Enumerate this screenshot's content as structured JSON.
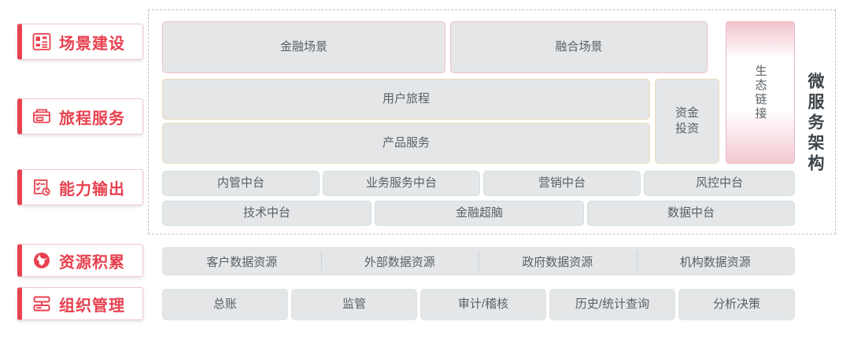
{
  "sidebar": {
    "items": [
      {
        "label": "场景建设",
        "icon": "dashboard-layout-icon"
      },
      {
        "label": "旅程服务",
        "icon": "card-ticket-icon"
      },
      {
        "label": "能力输出",
        "icon": "checklist-clock-icon"
      },
      {
        "label": "资源积累",
        "icon": "globe-icon"
      },
      {
        "label": "组织管理",
        "icon": "org-chart-icon"
      }
    ]
  },
  "right_label": {
    "text": "微服务架构"
  },
  "ecosystem": {
    "label": "生态链接"
  },
  "scene_row": {
    "boxes": [
      {
        "label": "金融场景"
      },
      {
        "label": "融合场景"
      }
    ]
  },
  "journey_rows": {
    "boxes": [
      {
        "label": "用户旅程"
      },
      {
        "label": "产品服务"
      }
    ],
    "side_box": {
      "label": "资金投资"
    }
  },
  "capability_rows": {
    "row1": [
      {
        "label": "内管中台"
      },
      {
        "label": "业务服务中台"
      },
      {
        "label": "营销中台"
      },
      {
        "label": "风控中台"
      }
    ],
    "row2": [
      {
        "label": "技术中台"
      },
      {
        "label": "金融超脑"
      },
      {
        "label": "数据中台"
      }
    ]
  },
  "resource_row": {
    "cells": [
      {
        "label": "客户数据资源"
      },
      {
        "label": "外部数据资源"
      },
      {
        "label": "政府数据资源"
      },
      {
        "label": "机构数据资源"
      }
    ]
  },
  "organization_row": {
    "boxes": [
      {
        "label": "总账"
      },
      {
        "label": "监管"
      },
      {
        "label": "审计/稽核"
      },
      {
        "label": "历史/统计查询"
      },
      {
        "label": "分析决策"
      }
    ]
  },
  "colors": {
    "accent_red": "#e8414f",
    "box_fill": "#e4e6e8",
    "box_text": "#5a6066",
    "border_pink": "#eec0c7",
    "border_tan": "#ecd9b8",
    "border_teal": "#cfdfe0",
    "dashed_border": "#bfc4c9"
  }
}
